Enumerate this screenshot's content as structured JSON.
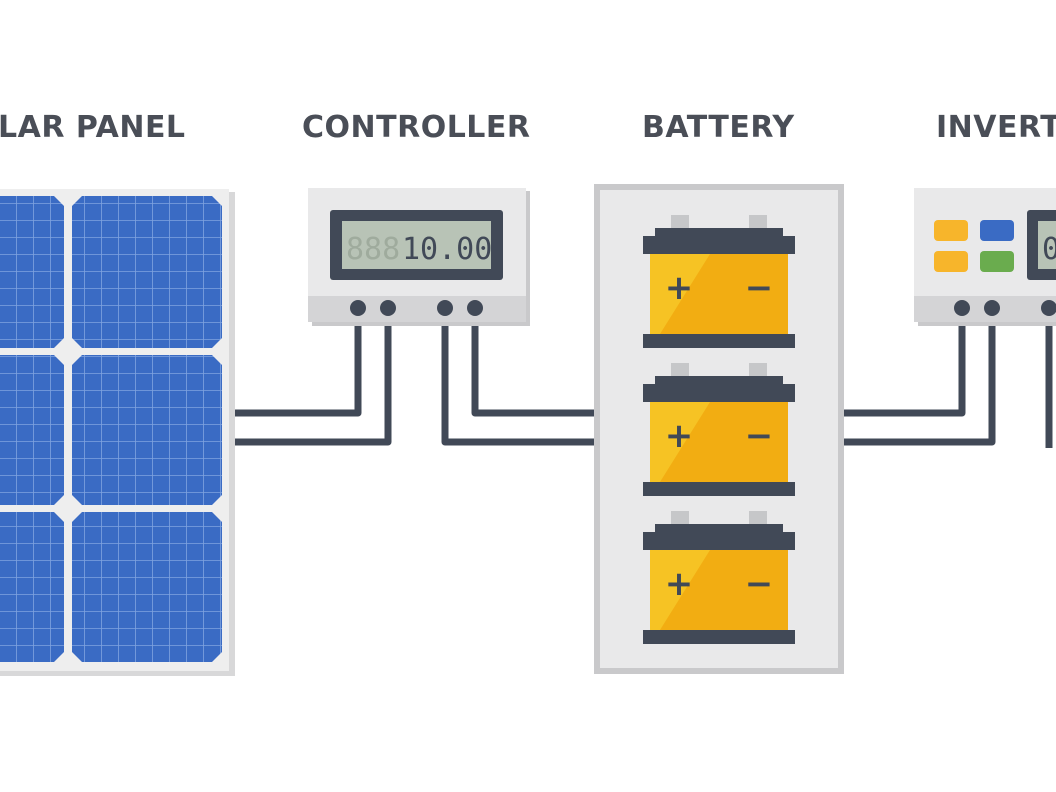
{
  "labels": {
    "solar_panel": "LAR PANEL",
    "controller": "CONTROLLER",
    "battery": "BATTERY",
    "inverter": "INVERT"
  },
  "controller_display": {
    "ghost_digits": "888",
    "reading": "10.00"
  },
  "inverter_display": {
    "reading": "0"
  },
  "battery": {
    "count": 3,
    "plus_symbol": "+",
    "minus_symbol": "−"
  },
  "colors": {
    "label_text": "#4a4e57",
    "panel_blue": "#3a6bc4",
    "panel_frame": "#eeeeee",
    "device_body": "#e9e9ea",
    "device_shadow": "#c9c9cb",
    "wire": "#414957",
    "lcd_face": "#b8c3b6",
    "battery_yellow": "#f6c324",
    "battery_yellow_dark": "#f2ad12",
    "battery_cap": "#414957",
    "inverter_led_orange": "#f7b52b",
    "inverter_led_blue": "#3a6bc4",
    "inverter_led_green": "#6aac4e"
  }
}
